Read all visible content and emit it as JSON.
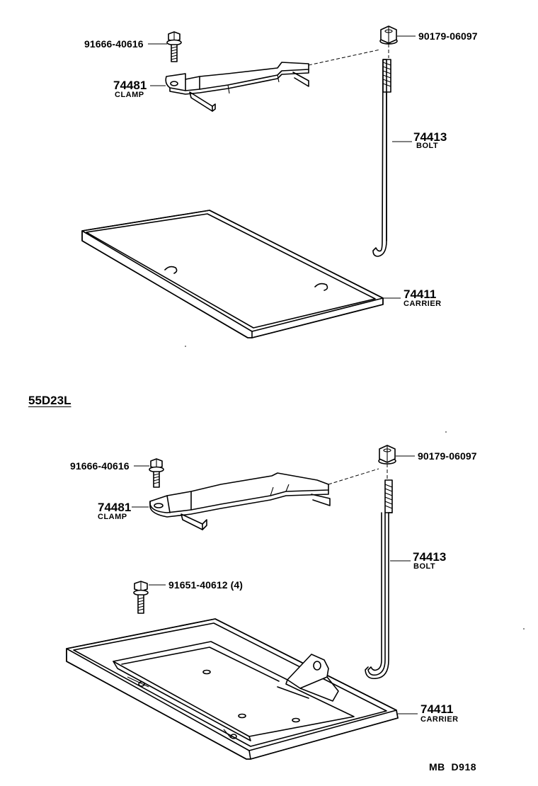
{
  "upper": {
    "bolt_top": {
      "part_no": "91666-40616"
    },
    "nut": {
      "part_no": "90179-06097"
    },
    "clamp": {
      "part_no": "74481",
      "name": "CLAMP"
    },
    "rod": {
      "part_no": "74413",
      "name": "BOLT"
    },
    "carrier": {
      "part_no": "74411",
      "name": "CARRIER"
    }
  },
  "section_label": "55D23L",
  "lower": {
    "bolt_top": {
      "part_no": "91666-40616"
    },
    "nut": {
      "part_no": "90179-06097"
    },
    "clamp": {
      "part_no": "74481",
      "name": "CLAMP"
    },
    "rod": {
      "part_no": "74413",
      "name": "BOLT"
    },
    "bolt_small": {
      "part_no": "91651-40612 (4)"
    },
    "carrier": {
      "part_no": "74411",
      "name": "CARRIER"
    }
  },
  "footer_code": "MB  D918"
}
